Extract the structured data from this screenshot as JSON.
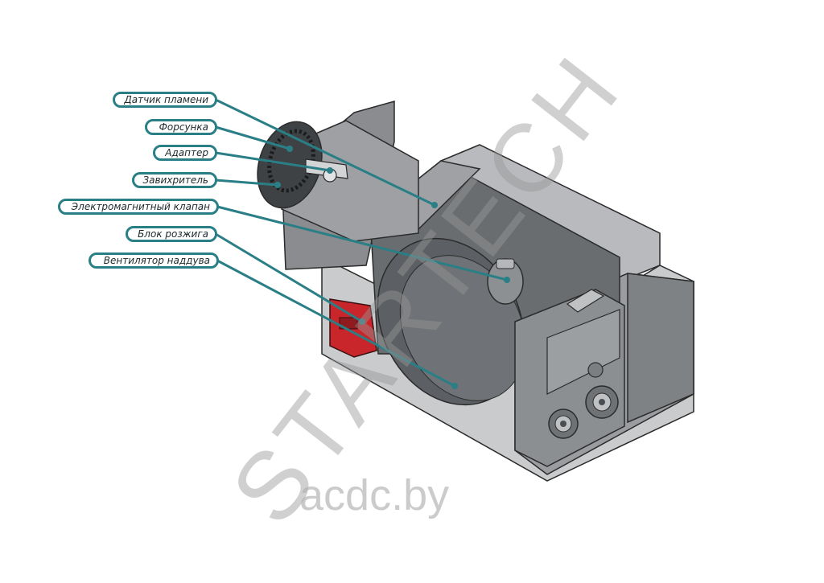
{
  "diagram": {
    "labels": [
      {
        "id": "flame-sensor",
        "text": "Датчик пламени"
      },
      {
        "id": "nozzle",
        "text": "Форсунка"
      },
      {
        "id": "adapter",
        "text": "Адаптер"
      },
      {
        "id": "swirler",
        "text": "Завихритель"
      },
      {
        "id": "solenoid-valve",
        "text": "Электромагнитный клапан"
      },
      {
        "id": "ignition-unit",
        "text": "Блок розжига"
      },
      {
        "id": "blower-fan",
        "text": "Вентилятор наддува"
      }
    ],
    "colors": {
      "callout": "#2a7f86",
      "housing": "#8d8f92",
      "housing_dark": "#5c5f63",
      "housing_light": "#b6b8bb",
      "ignition_block": "#c8262a"
    }
  },
  "watermark": {
    "brand": "STARTECH",
    "site": "acdc.by"
  }
}
